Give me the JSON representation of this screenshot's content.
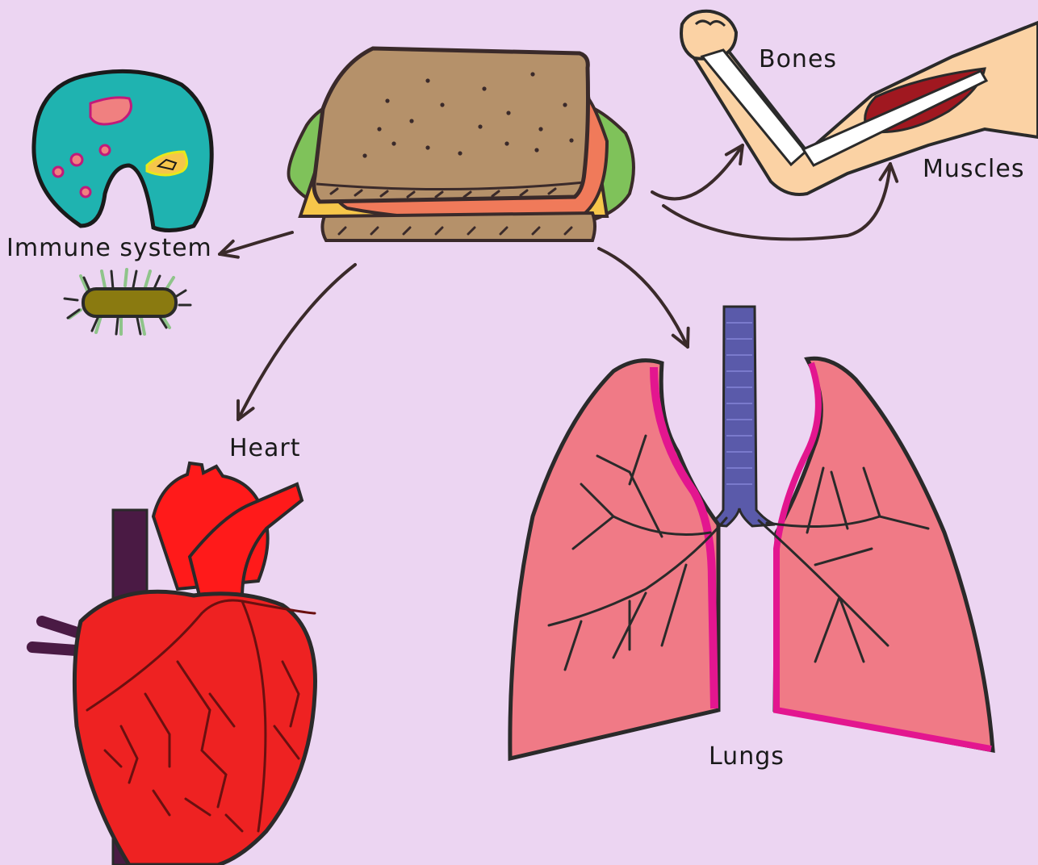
{
  "labels": {
    "bones": "Bones",
    "muscles": "Muscles",
    "immune": "Immune system",
    "heart": "Heart",
    "lungs": "Lungs"
  },
  "colors": {
    "background": "#ecd5f2",
    "outline": "#3a2a2a",
    "bread": "#b5916a",
    "cheese": "#f6c64a",
    "tomato": "#f07a5a",
    "lettuce": "#7fc25a",
    "immune_cell": "#1fb3b0",
    "bacterium": "#8a7a10",
    "heart": "#ee2222",
    "vein": "#4a1a44",
    "lung": "#f07a86",
    "lung_edge": "#e3168f",
    "trachea": "#5a5aaa",
    "skin": "#fbd2a4",
    "muscle": "#a01820",
    "bone": "#ffffff"
  }
}
